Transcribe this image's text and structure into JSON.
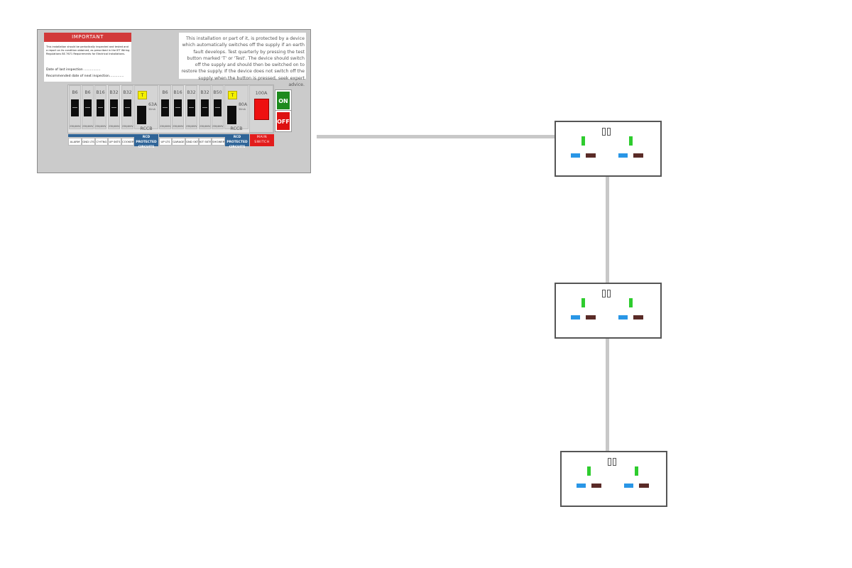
{
  "consumer_unit": {
    "important_notice": {
      "title": "IMPORTANT",
      "body": "This installation should be periodically inspected and tested and a report on its condition obtained, as prescribed in the IET Wiring Regulations BS 7671 Requirements for Electrical Installations.",
      "last_inspection": "Date of last inspection ................",
      "next_inspection": "Recommended date of next inspection.............."
    },
    "rcd_notice": "This installation or part of it, is protected by a device which automatically switches off the supply if an earth fault develops. Test quarterly by pressing the test button marked 'T' or 'Test'. The device should switch off the supply and should then be switched on to restore the supply. If the device does not switch off the supply when the button is pressed, seek expert advice.",
    "mcb_voltage": "230/400V",
    "group1": {
      "mcbs": [
        {
          "rating": "B6",
          "label": "ALARM"
        },
        {
          "rating": "B6",
          "label": "GND LTS"
        },
        {
          "rating": "B16",
          "label": "C'HTNG"
        },
        {
          "rating": "B32",
          "label": "UP SKTS"
        },
        {
          "rating": "B32",
          "label": "COOKER"
        }
      ],
      "rccb": {
        "test_label": "T",
        "rating": "63A",
        "sensitivity": "30mA",
        "label": "RCCB"
      },
      "rcd_label_line1": "RCD PROTECTED",
      "rcd_label_line2": "CIRCUITS"
    },
    "group2": {
      "mcbs": [
        {
          "rating": "B6",
          "label": "UP LTS"
        },
        {
          "rating": "B16",
          "label": "GARAGE"
        },
        {
          "rating": "B32",
          "label": "GND SKTS"
        },
        {
          "rating": "B32",
          "label": "KIT SKTS"
        },
        {
          "rating": "B50",
          "label": "SHOWER"
        }
      ],
      "rccb": {
        "test_label": "T",
        "rating": "80A",
        "sensitivity": "30mA",
        "label": "RCCB"
      },
      "rcd_label_line1": "RCD PROTECTED",
      "rcd_label_line2": "CIRCUITS"
    },
    "main_switch": {
      "rating": "100A",
      "label_line1": "MAIN",
      "label_line2": "SWITCH",
      "on_label": "ON",
      "off_label": "OFF",
      "color": "#ee1111"
    }
  },
  "sockets": [
    {
      "name": "socket-1"
    },
    {
      "name": "socket-2"
    },
    {
      "name": "socket-3"
    }
  ],
  "colors": {
    "earth": "#2ecc2e",
    "neutral": "#2996e6",
    "live": "#5a2b27",
    "cable": "#c8c8c8",
    "rcd_label": "#2f6497",
    "important_header": "#d23a3a"
  }
}
